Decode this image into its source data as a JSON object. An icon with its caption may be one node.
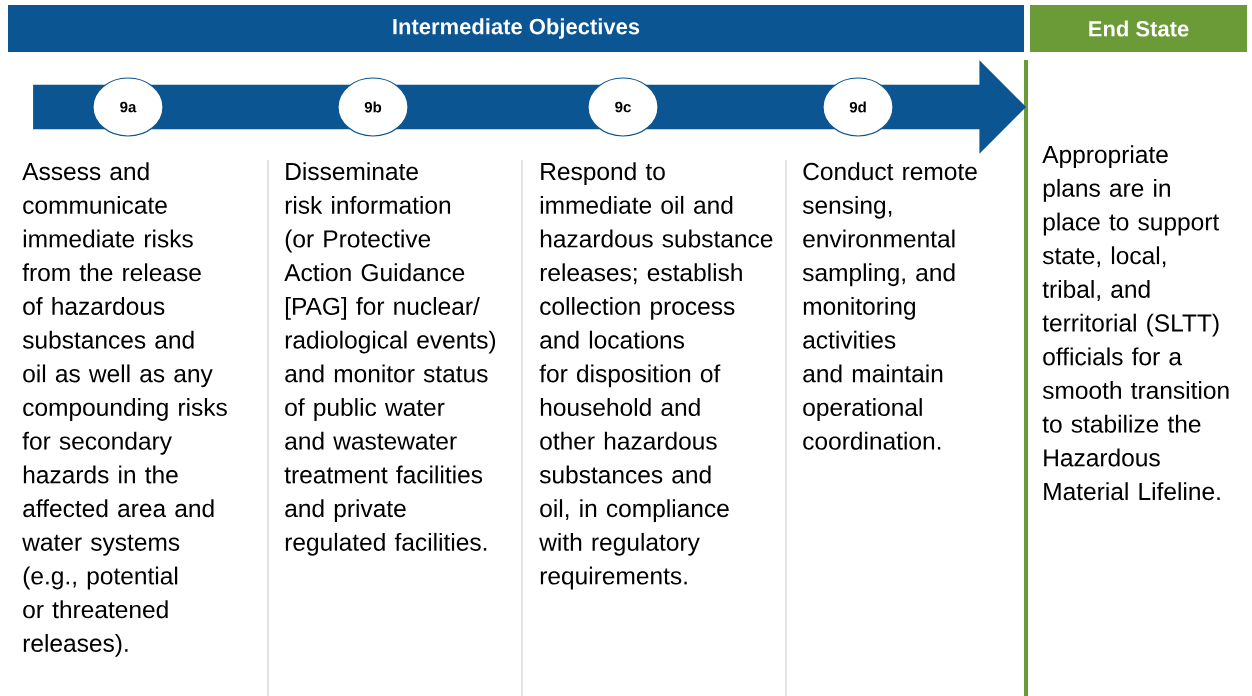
{
  "diagram": {
    "nodes": [
      {
        "text": [
          "Intermediate Objectives"
        ]
      },
      {
        "text": [
          "End State"
        ]
      },
      {
        "text": [],
        "shape": "arrow"
      },
      {
        "text": [
          "9a"
        ],
        "in": 2,
        "beside": [
          "Assess and communicate immediate risks from the release of hazardous substances and oil as well as any compounding risks for secondary hazards in the affected area and water systems (e.g., potential or threatened releases)."
        ]
      },
      {
        "text": [
          "9b"
        ],
        "in": 2,
        "beside": [
          "Disseminate risk information (or Protective Action Guidance [PAG] for nuclear/ radiological events) and monitor status of public water and wastewater treatment facilities and private regulated facilities."
        ]
      },
      {
        "text": [
          "9c"
        ],
        "in": 2,
        "beside": [
          "Respond to immediate oil and hazardous substance releases; establish collection process and locations for disposition of household and other hazardous substances and oil, in compliance with regulatory requirements."
        ]
      },
      {
        "text": [
          "9d"
        ],
        "in": 2,
        "beside": [
          "Conduct remote sensing, environmental sampling, and monitoring activities and maintain operational coordination."
        ]
      }
    ],
    "labels": [
      "Appropriate plans are in place to support state, local, tribal, and territorial (SLTT) officials for a smooth transition to stabilize the Hazardous Material Lifeline."
    ]
  }
}
